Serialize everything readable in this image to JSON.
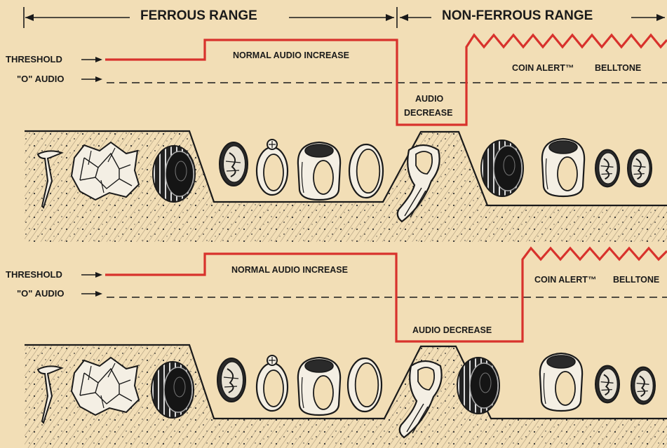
{
  "ranges": {
    "ferrous": "FERROUS RANGE",
    "non_ferrous": "NON-FERROUS RANGE"
  },
  "panels": [
    {
      "threshold_label": "THRESHOLD",
      "zero_audio_label": "\"O\" AUDIO",
      "normal_increase_label": "NORMAL AUDIO INCREASE",
      "decrease_label_line1": "AUDIO",
      "decrease_label_line2": "DECREASE",
      "coin_alert_label": "COIN ALERT™",
      "belltone_label": "BELLTONE"
    },
    {
      "threshold_label": "THRESHOLD",
      "zero_audio_label": "\"O\" AUDIO",
      "normal_increase_label": "NORMAL AUDIO INCREASE",
      "decrease_label": "AUDIO DECREASE",
      "coin_alert_label": "COIN ALERT™",
      "belltone_label": "BELLTONE"
    }
  ],
  "colors": {
    "background": "#f2deb6",
    "audio_line": "#d8322c",
    "ink": "#1a1a1a"
  },
  "objects": [
    "nail",
    "foil",
    "bottle-cap",
    "coin",
    "ring",
    "ring",
    "ring",
    "pull-tab",
    "bottle-cap",
    "ring",
    "coin",
    "coin"
  ]
}
